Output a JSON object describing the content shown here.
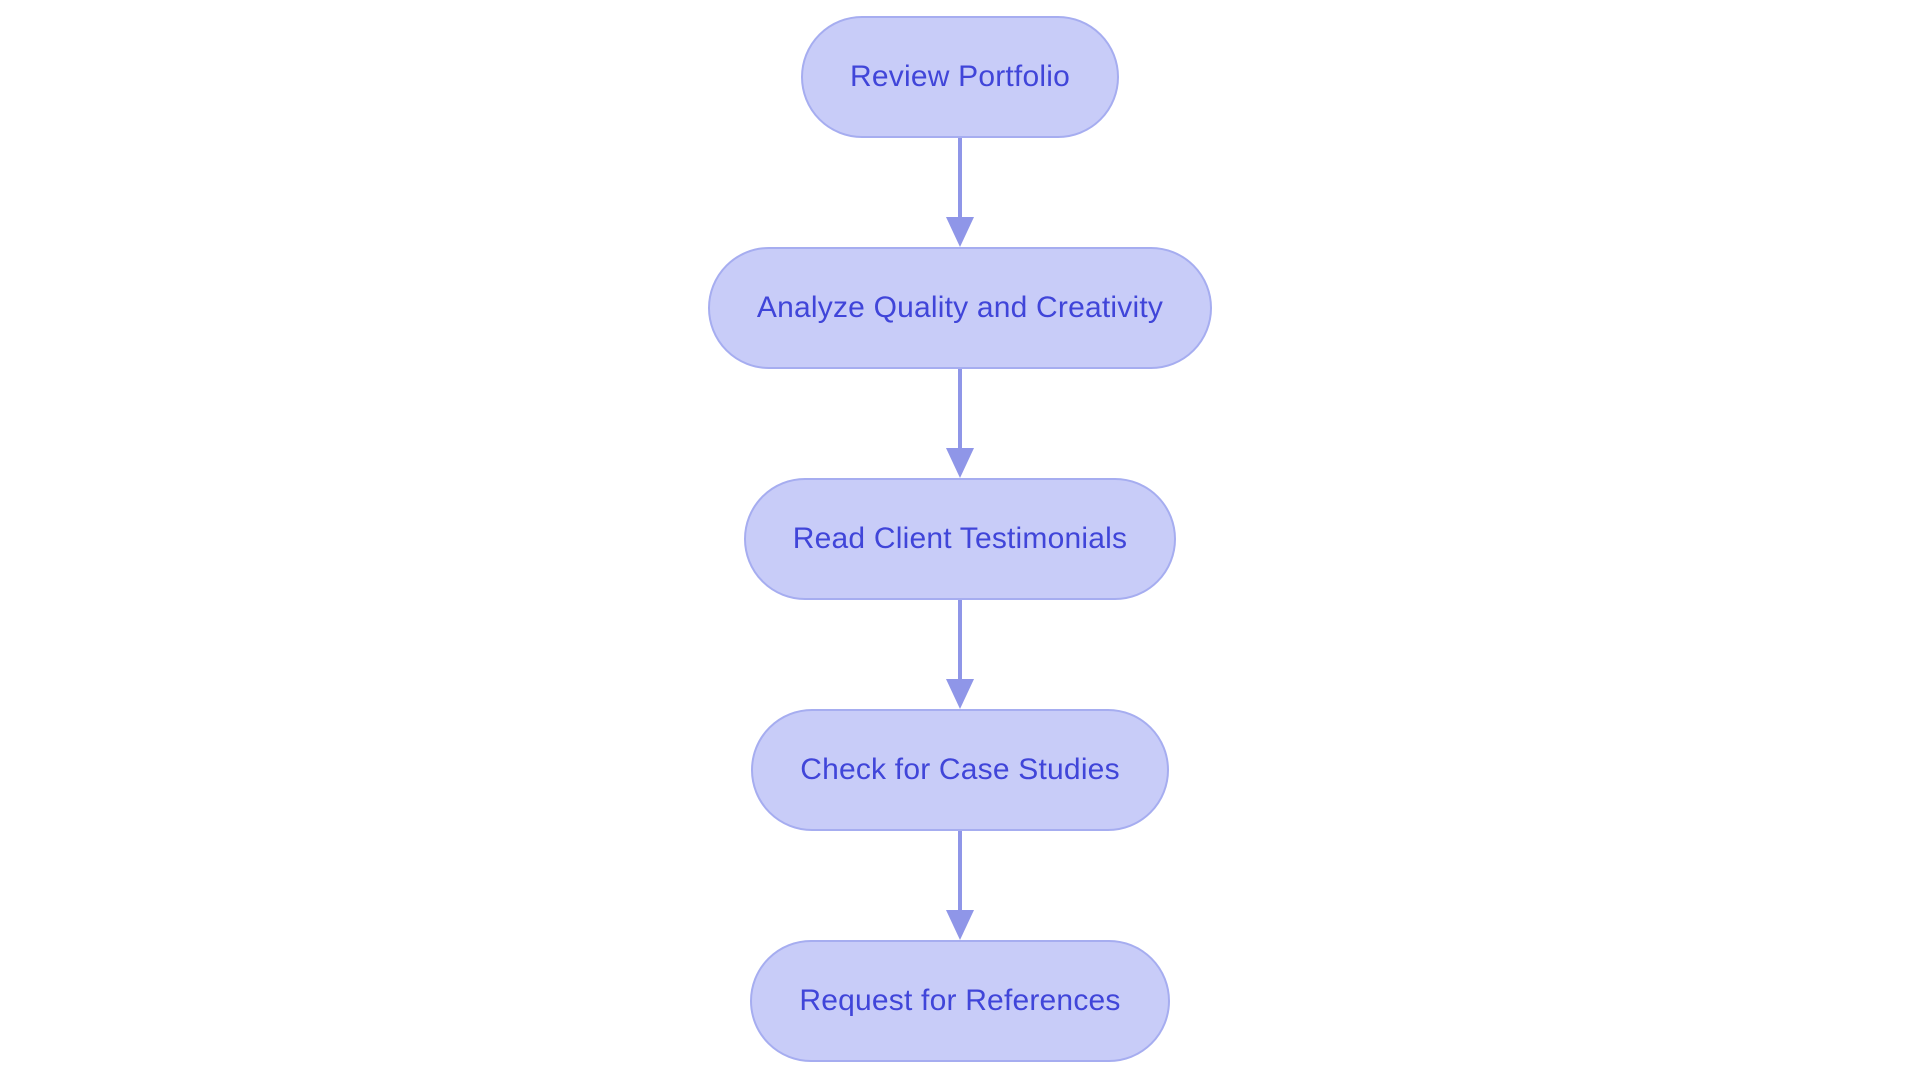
{
  "diagram": {
    "type": "flowchart",
    "direction": "top-down",
    "nodes": [
      {
        "id": "review-portfolio",
        "label": "Review Portfolio"
      },
      {
        "id": "analyze-quality-and-creativity",
        "label": "Analyze Quality and Creativity"
      },
      {
        "id": "read-client-testimonials",
        "label": "Read Client Testimonials"
      },
      {
        "id": "check-for-case-studies",
        "label": "Check for Case Studies"
      },
      {
        "id": "request-for-references",
        "label": "Request for References"
      }
    ],
    "edges": [
      {
        "from": "review-portfolio",
        "to": "analyze-quality-and-creativity"
      },
      {
        "from": "analyze-quality-and-creativity",
        "to": "read-client-testimonials"
      },
      {
        "from": "read-client-testimonials",
        "to": "check-for-case-studies"
      },
      {
        "from": "check-for-case-studies",
        "to": "request-for-references"
      }
    ],
    "colors": {
      "background": "#ffffff",
      "node_fill": "#c8ccf8",
      "node_border": "#a6adf0",
      "node_text": "#4045d9",
      "arrow": "#8f96e8"
    }
  }
}
